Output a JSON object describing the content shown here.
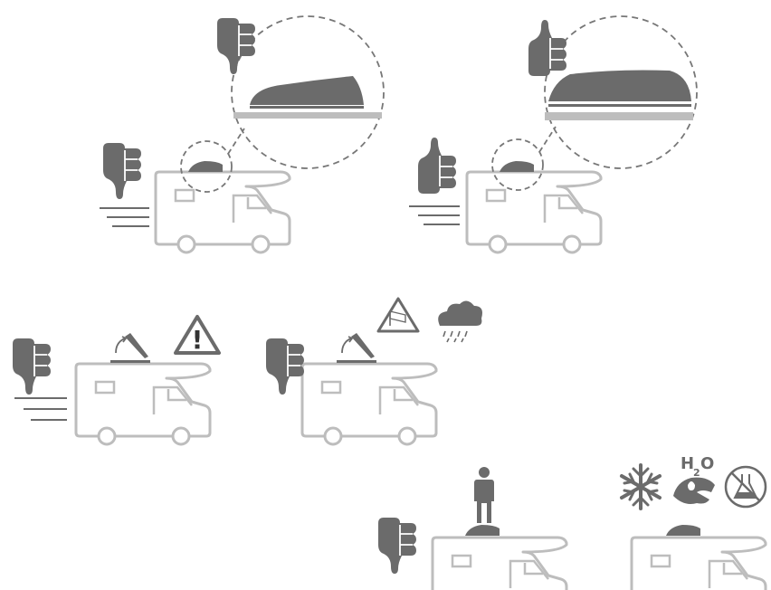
{
  "colors": {
    "icon_gray": "#6b6b6b",
    "outline_gray": "#bdbdbd",
    "dashed_gray": "#777777"
  },
  "icons": [
    "thumbs-down-icon",
    "thumbs-up-icon",
    "warning-icon",
    "windsock-icon",
    "rain-cloud-icon",
    "person-icon",
    "snowflake-icon",
    "water-hand-icon",
    "no-chemicals-icon"
  ],
  "labels": {
    "water_symbol": "H",
    "water_subscript": "2",
    "water_o": "O",
    "warning_mark": "!"
  }
}
